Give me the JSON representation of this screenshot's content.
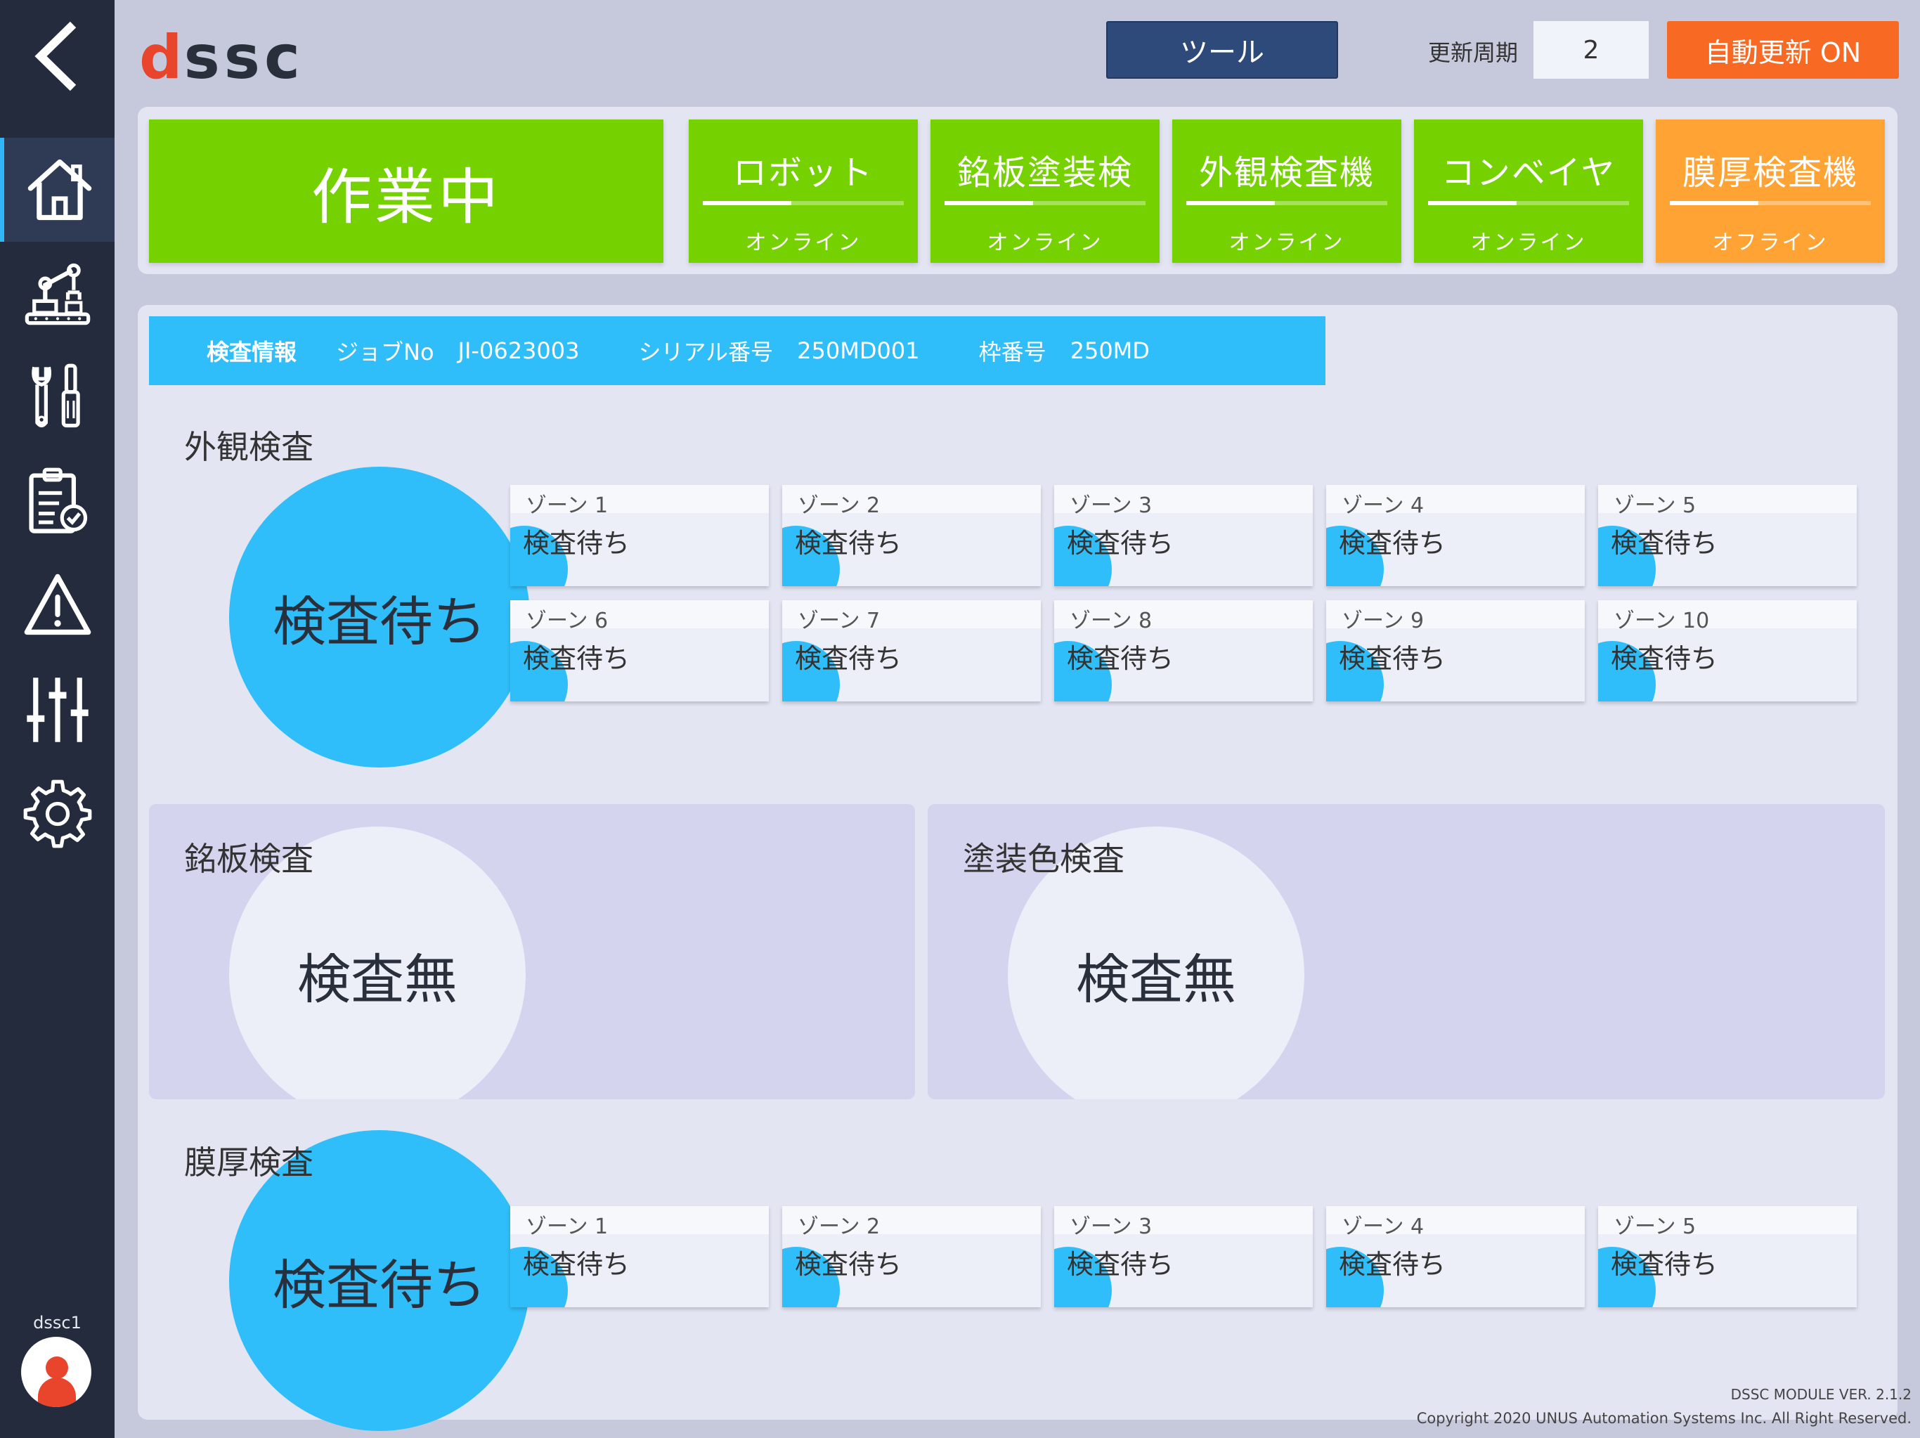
{
  "sidebar": {
    "items": [
      {
        "icon": "home-icon"
      },
      {
        "icon": "robot-arm-icon"
      },
      {
        "icon": "tools-icon"
      },
      {
        "icon": "checklist-icon"
      },
      {
        "icon": "warning-icon"
      },
      {
        "icon": "sliders-icon"
      },
      {
        "icon": "gear-icon"
      }
    ],
    "user": "dssc1"
  },
  "header": {
    "logo_accent": "d",
    "logo_rest": "ssc",
    "tool_label": "ツール",
    "period_label": "更新周期",
    "period_value": "2",
    "auto_update_label": "自動更新 ON"
  },
  "status": {
    "main": "作業中",
    "devices": [
      {
        "name": "ロボット",
        "state": "オンライン",
        "color": "#75d100"
      },
      {
        "name": "銘板塗装検",
        "state": "オンライン",
        "color": "#75d100"
      },
      {
        "name": "外観検査機",
        "state": "オンライン",
        "color": "#75d100"
      },
      {
        "name": "コンベイヤ",
        "state": "オンライン",
        "color": "#75d100"
      },
      {
        "name": "膜厚検査機",
        "state": "オフライン",
        "color": "#fea334"
      }
    ]
  },
  "info": {
    "title": "検査情報",
    "job_label": "ジョブNo",
    "job_value": "JI-0623003",
    "serial_label": "シリアル番号",
    "serial_value": "250MD001",
    "frame_label": "枠番号",
    "frame_value": "250MD"
  },
  "appearance": {
    "title": "外観検査",
    "status": "検査待ち",
    "zones": [
      {
        "name": "ゾーン 1",
        "status": "検査待ち"
      },
      {
        "name": "ゾーン 2",
        "status": "検査待ち"
      },
      {
        "name": "ゾーン 3",
        "status": "検査待ち"
      },
      {
        "name": "ゾーン 4",
        "status": "検査待ち"
      },
      {
        "name": "ゾーン 5",
        "status": "検査待ち"
      },
      {
        "name": "ゾーン 6",
        "status": "検査待ち"
      },
      {
        "name": "ゾーン 7",
        "status": "検査待ち"
      },
      {
        "name": "ゾーン 8",
        "status": "検査待ち"
      },
      {
        "name": "ゾーン 9",
        "status": "検査待ち"
      },
      {
        "name": "ゾーン 10",
        "status": "検査待ち"
      }
    ]
  },
  "nameplate": {
    "title": "銘板検査",
    "status": "検査無"
  },
  "paint": {
    "title": "塗装色検査",
    "status": "検査無"
  },
  "thickness": {
    "title": "膜厚検査",
    "status": "検査待ち",
    "zones": [
      {
        "name": "ゾーン 1",
        "status": "検査待ち"
      },
      {
        "name": "ゾーン 2",
        "status": "検査待ち"
      },
      {
        "name": "ゾーン 3",
        "status": "検査待ち"
      },
      {
        "name": "ゾーン 4",
        "status": "検査待ち"
      },
      {
        "name": "ゾーン 5",
        "status": "検査待ち"
      }
    ]
  },
  "footer": {
    "version": "DSSC MODULE VER. 2.1.2",
    "copyright": "Copyright   2020 UNUS Automation Systems Inc. All Right Reserved."
  },
  "colors": {
    "sidebar": "#242b3d",
    "online": "#75d100",
    "offline": "#fea334",
    "accent": "#2fbef9",
    "auto_button": "#f86a24",
    "tool_button": "#2d4a7a"
  }
}
